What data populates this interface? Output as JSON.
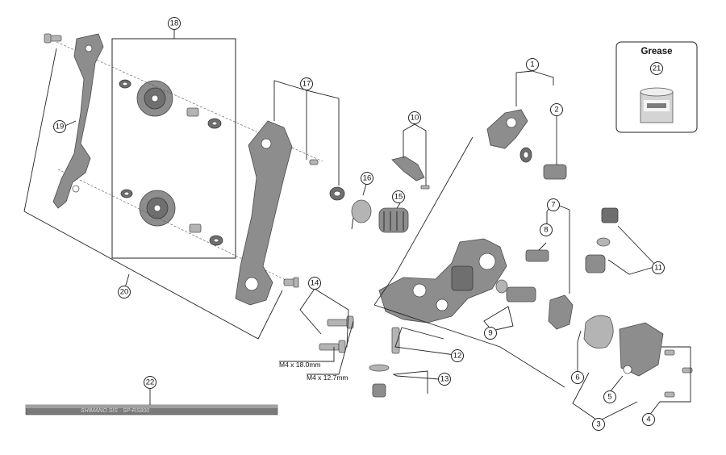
{
  "grease_box": {
    "title": "Grease",
    "callout": "21"
  },
  "callouts": {
    "c1": "1",
    "c2": "2",
    "c3": "3",
    "c4": "4",
    "c5": "5",
    "c6": "6",
    "c7": "7",
    "c8": "8",
    "c9": "9",
    "c10": "10",
    "c11": "11",
    "c12": "12",
    "c13": "13",
    "c14": "14",
    "c15": "15",
    "c16": "16",
    "c17": "17",
    "c18": "18",
    "c19": "19",
    "c20": "20",
    "c22": "22"
  },
  "dimensions": {
    "bolt_long": "M4 x 18.0mm",
    "bolt_short": "M4 x 12.7mm"
  },
  "cable_print": "SHIMANO SIS · SP-RS800"
}
